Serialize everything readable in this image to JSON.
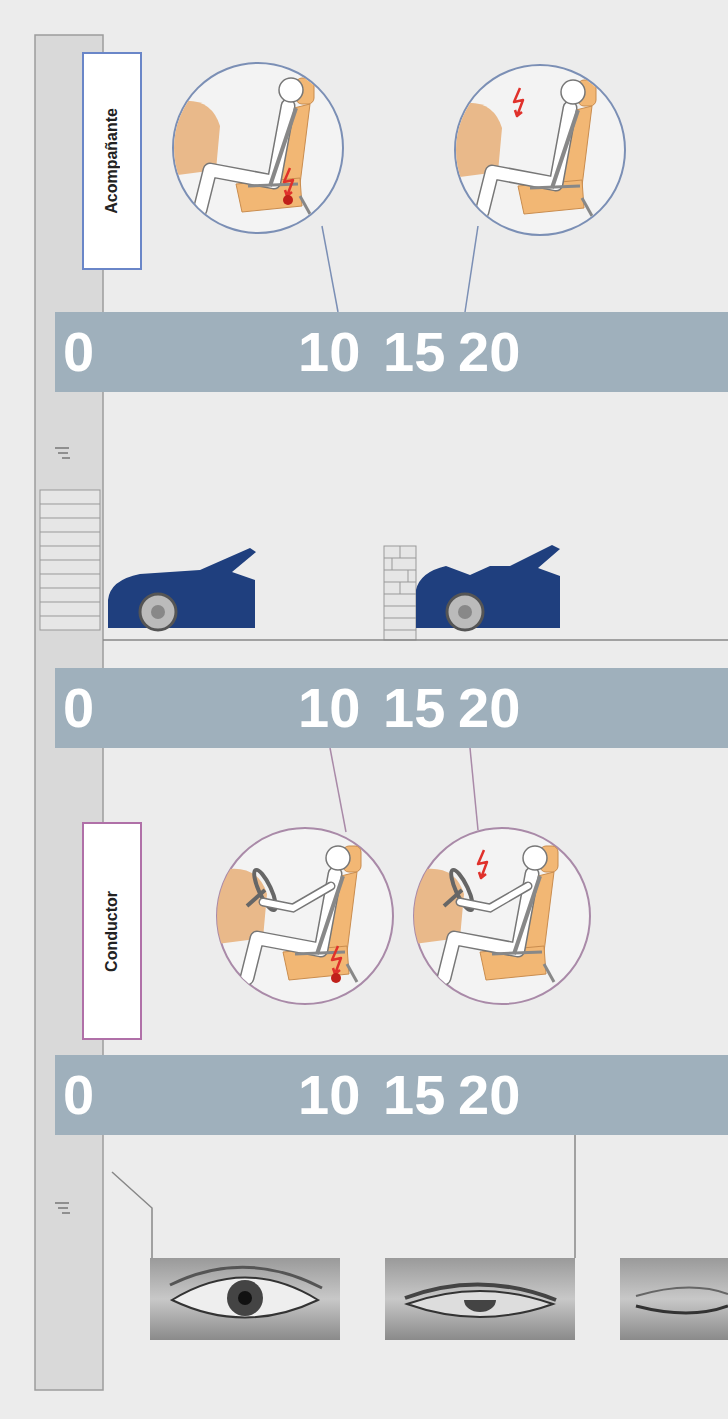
{
  "diagram": {
    "nodes": [
      {
        "text": [
          "Acompañante"
        ]
      },
      {
        "text": [
          "0",
          "10",
          "15",
          "20"
        ]
      },
      {
        "text": [
          "0",
          "10",
          "15",
          "20"
        ]
      },
      {
        "text": [
          "Conductor"
        ]
      },
      {
        "text": [
          "0",
          "10",
          "15",
          "20"
        ]
      }
    ]
  }
}
